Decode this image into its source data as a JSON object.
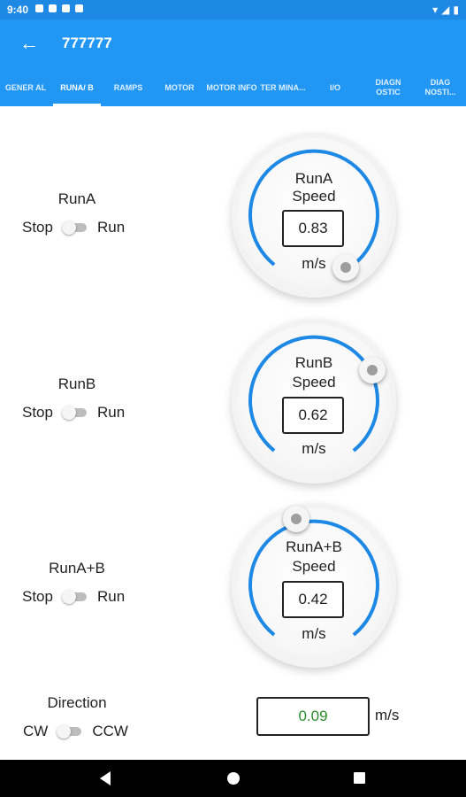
{
  "status": {
    "time": "9:40"
  },
  "appbar": {
    "title": "777777"
  },
  "tabs": [
    {
      "label": "GENER AL"
    },
    {
      "label": "RUNA/ B",
      "active": true
    },
    {
      "label": "RAMPS"
    },
    {
      "label": "MOTOR"
    },
    {
      "label": "MOTOR INFO"
    },
    {
      "label": "TER MINA..."
    },
    {
      "label": "I/O"
    },
    {
      "label": "DIAGN OSTIC"
    },
    {
      "label": "DIAG NOSTI..."
    }
  ],
  "runs": [
    {
      "name": "RunA",
      "stop": "Stop",
      "run": "Run",
      "dial_title": "RunA",
      "dial_sub": "Speed",
      "value": "0.83",
      "unit": "m/s",
      "knob_angle_deg": 135
    },
    {
      "name": "RunB",
      "stop": "Stop",
      "run": "Run",
      "dial_title": "RunB",
      "dial_sub": "Speed",
      "value": "0.62",
      "unit": "m/s",
      "knob_angle_deg": 58
    },
    {
      "name": "RunA+B",
      "stop": "Stop",
      "run": "Run",
      "dial_title": "RunA+B",
      "dial_sub": "Speed",
      "value": "0.42",
      "unit": "m/s",
      "knob_angle_deg": -25
    }
  ],
  "direction": {
    "label": "Direction",
    "left": "CW",
    "right": "CCW",
    "value": "0.09",
    "unit": "m/s"
  },
  "colors": {
    "primary": "#2196f3",
    "arc": "#1e88e5",
    "value_green": "#2e8b2e"
  }
}
